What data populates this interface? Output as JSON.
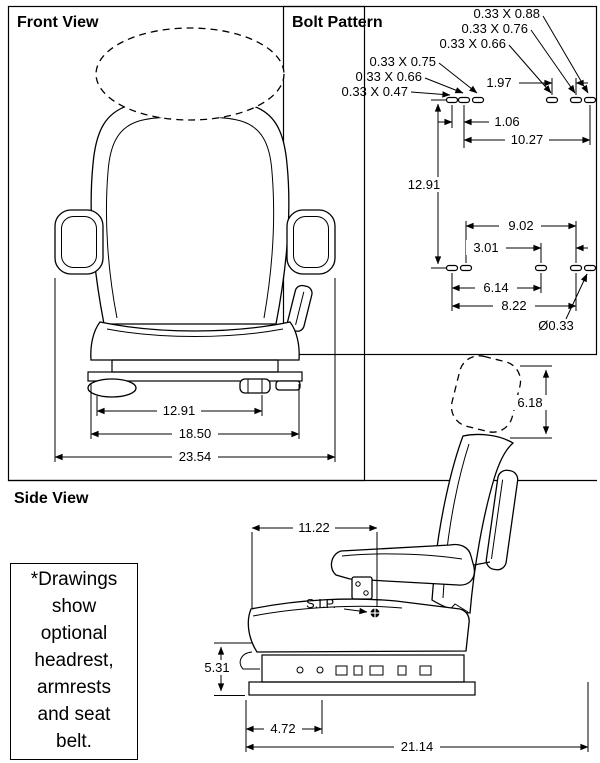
{
  "front_view": {
    "title": "Front View",
    "dims": {
      "width_inner": "12.91",
      "width_mid": "18.50",
      "width_outer": "23.54"
    }
  },
  "bolt_pattern": {
    "title": "Bolt Pattern",
    "slot_labels": [
      "0.33 X 0.88",
      "0.33 X 0.76",
      "0.33 X 0.66",
      "0.33 X 0.75",
      "0.33 X 0.66",
      "0.33 X 0.47"
    ],
    "dims": {
      "d_197": "1.97",
      "d_106": "1.06",
      "d_1027": "10.27",
      "d_1291": "12.91",
      "d_902": "9.02",
      "d_301": "3.01",
      "d_614": "6.14",
      "d_822": "8.22",
      "hole_dia": "Ø0.33"
    }
  },
  "side_view": {
    "title": "Side View",
    "sip_label": "S.I.P.",
    "dims": {
      "d_618": "6.18",
      "d_1122": "11.22",
      "d_531": "5.31",
      "d_472": "4.72",
      "d_2114": "21.14"
    }
  },
  "note": {
    "text": "*Drawings show optional headrest, armrests and seat belt."
  }
}
